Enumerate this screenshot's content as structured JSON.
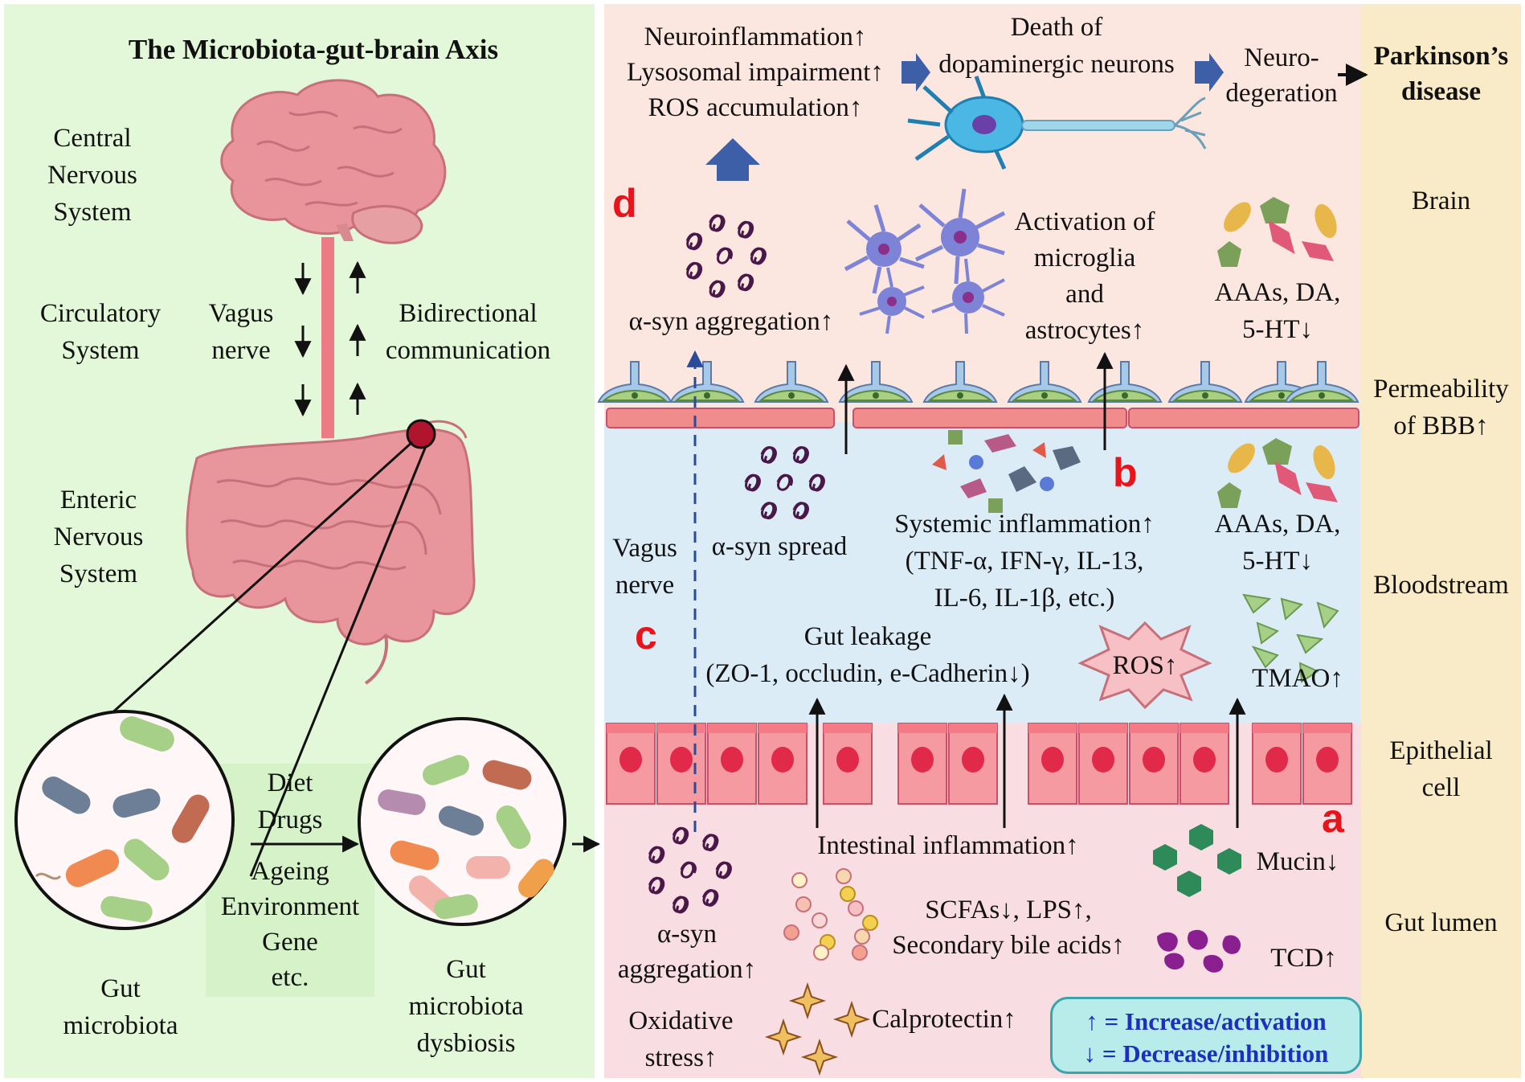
{
  "left": {
    "title": "The Microbiota-gut-brain Axis",
    "cns": [
      "Central",
      "Nervous",
      "System"
    ],
    "circulatory": [
      "Circulatory",
      "System"
    ],
    "vagus": [
      "Vagus",
      "nerve"
    ],
    "bidirectional": [
      "Bidirectional",
      "communication"
    ],
    "ens": [
      "Enteric",
      "Nervous",
      "System"
    ],
    "factors": [
      "Diet",
      "Drugs",
      "Ageing",
      "Environment",
      "Gene",
      "etc."
    ],
    "gut_microbiota": [
      "Gut",
      "microbiota"
    ],
    "dysbiosis": [
      "Gut",
      "microbiota",
      "dysbiosis"
    ]
  },
  "regions": {
    "parkinsons": [
      "Parkinson’s",
      "disease"
    ],
    "brain": "Brain",
    "bbb": [
      "Permeability",
      "of BBB↑"
    ],
    "bloodstream": "Bloodstream",
    "epithelial": [
      "Epithelial",
      "cell"
    ],
    "lumen": "Gut lumen"
  },
  "brain_panel": {
    "effects": [
      "Neuroinflammation↑",
      "Lysosomal impairment↑",
      "ROS accumulation↑"
    ],
    "death": [
      "Death of",
      "dopaminergic neurons"
    ],
    "neuro": [
      "Neuro-",
      "degeration"
    ],
    "letter_d": "d",
    "asyn_agg": "α-syn aggregation↑",
    "activation": [
      "Activation of",
      "microglia",
      "and",
      "astrocytes↑"
    ],
    "aaas": [
      "AAAs, DA,",
      "5-HT↓"
    ]
  },
  "blood_panel": {
    "asyn_spread": "α-syn spread",
    "letter_b": "b",
    "systemic": [
      "Systemic inflammation↑",
      "(TNF-α, IFN-γ, IL-13,",
      "IL-6, IL-1β, etc.)"
    ],
    "aaas": [
      "AAAs, DA,",
      "5-HT↓"
    ],
    "vagus": [
      "Vagus",
      "nerve"
    ],
    "letter_c": "c",
    "gut_leakage": [
      "Gut leakage",
      "(ZO-1, occludin, e-Cadherin↓)"
    ],
    "ros": "ROS↑",
    "tmao": "TMAO↑"
  },
  "lumen_panel": {
    "letter_a": "a",
    "intestinal": "Intestinal inflammation↑",
    "mucin": "Mucin↓",
    "asyn_agg": [
      "α-syn",
      "aggregation↑"
    ],
    "scfas": [
      "SCFAs↓, LPS↑,",
      "Secondary bile acids↑"
    ],
    "tcd": "TCD↑",
    "oxidative": [
      "Oxidative",
      "stress↑"
    ],
    "calprotectin": "Calprotectin↑"
  },
  "legend": {
    "increase": "↑ = Increase/activation",
    "decrease": "↓ = Decrease/inhibition"
  },
  "colors": {
    "left_bg": "#e3f8d8",
    "brain_bg": "#fbe6e0",
    "blood_bg": "#dcecf7",
    "lumen_bg": "#f8dde3",
    "right_col": "#f9ebc8",
    "red_letter": "#e8141b",
    "arrow_blue": "#3c5fa8",
    "legend_text": "#1d2fbf",
    "legend_bg": "#b7ecea"
  }
}
